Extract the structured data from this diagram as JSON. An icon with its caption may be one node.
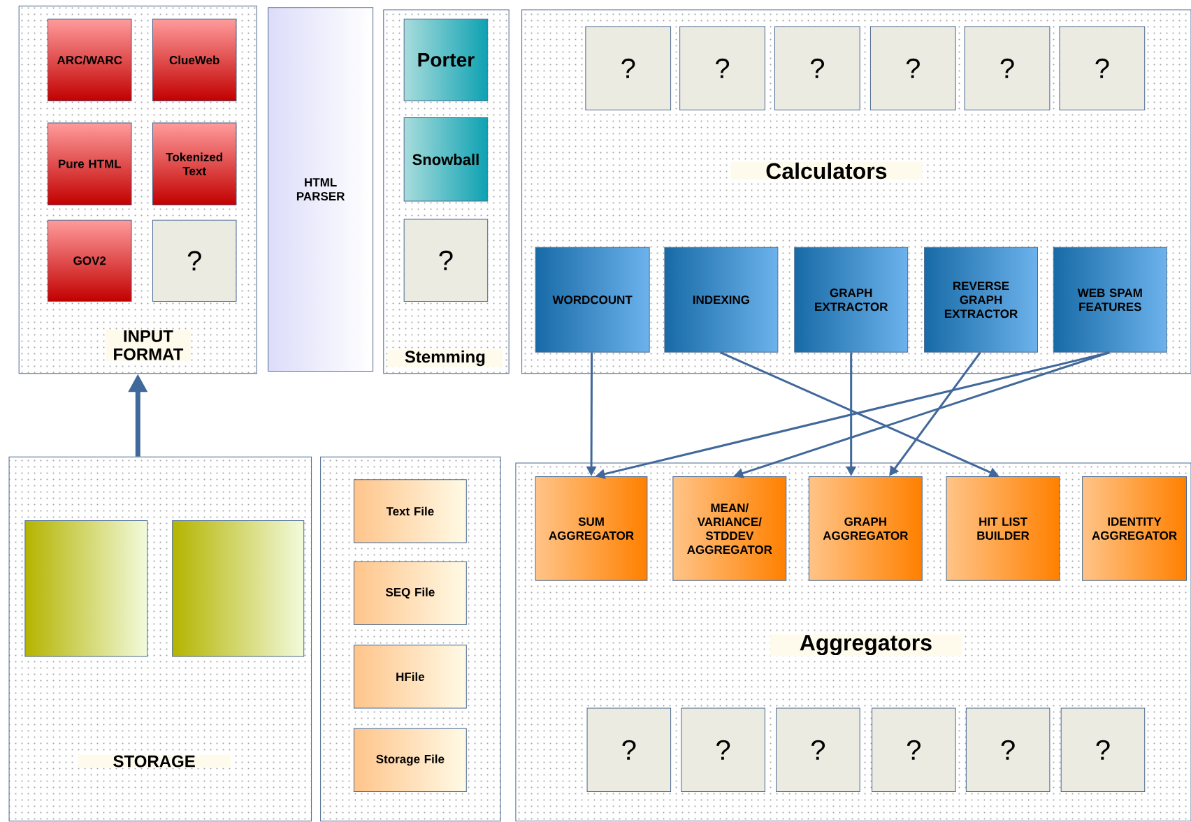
{
  "diagram": {
    "nodes": [
      {
        "text": [
          "INPUT FORMAT"
        ]
      },
      {
        "text": [
          "ARC/WARC"
        ],
        "in": 0
      },
      {
        "text": [
          "ClueWeb"
        ],
        "in": 0
      },
      {
        "text": [
          "Pure HTML"
        ],
        "in": 0
      },
      {
        "text": [
          "Tokenized Text"
        ],
        "in": 0
      },
      {
        "text": [
          "GOV2"
        ],
        "in": 0
      },
      {
        "text": [
          "?"
        ],
        "in": 0
      },
      {
        "text": [
          "HTML PARSER"
        ]
      },
      {
        "text": [
          "Stemming"
        ]
      },
      {
        "text": [
          "Porter"
        ],
        "in": 8
      },
      {
        "text": [
          "Snowball"
        ],
        "in": 8
      },
      {
        "text": [
          "?"
        ],
        "in": 8
      },
      {
        "text": [
          "Calculators"
        ]
      },
      {
        "text": [
          "?"
        ],
        "in": 12
      },
      {
        "text": [
          "?"
        ],
        "in": 12
      },
      {
        "text": [
          "?"
        ],
        "in": 12
      },
      {
        "text": [
          "?"
        ],
        "in": 12
      },
      {
        "text": [
          "?"
        ],
        "in": 12
      },
      {
        "text": [
          "?"
        ],
        "in": 12
      },
      {
        "text": [
          "WORDCOUNT"
        ],
        "in": 12
      },
      {
        "text": [
          "INDEXING"
        ],
        "in": 12
      },
      {
        "text": [
          "GRAPH EXTRACTOR"
        ],
        "in": 12
      },
      {
        "text": [
          "REVERSE GRAPH EXTRACTOR"
        ],
        "in": 12
      },
      {
        "text": [
          "WEB SPAM FEATURES"
        ],
        "in": 12
      },
      {
        "text": [
          "STORAGE"
        ]
      },
      {
        "text": [],
        "shape": "box",
        "in": 24
      },
      {
        "text": [],
        "shape": "box",
        "in": 24
      },
      {
        "text": [],
        "shape": "box"
      },
      {
        "text": [
          "Text File"
        ],
        "in": 27
      },
      {
        "text": [
          "SEQ File"
        ],
        "in": 27
      },
      {
        "text": [
          "HFile"
        ],
        "in": 27
      },
      {
        "text": [
          "Storage File"
        ],
        "in": 27
      },
      {
        "text": [
          "Aggregators"
        ]
      },
      {
        "text": [
          "SUM AGGREGATOR"
        ],
        "in": 32
      },
      {
        "text": [
          "MEAN/ VARIANCE/ STDDEV AGGREGATOR"
        ],
        "in": 32
      },
      {
        "text": [
          "GRAPH AGGREGATOR"
        ],
        "in": 32
      },
      {
        "text": [
          "HIT LIST BUILDER"
        ],
        "in": 32
      },
      {
        "text": [
          "IDENTITY AGGREGATOR"
        ],
        "in": 32
      },
      {
        "text": [
          "?"
        ],
        "in": 32
      },
      {
        "text": [
          "?"
        ],
        "in": 32
      },
      {
        "text": [
          "?"
        ],
        "in": 32
      },
      {
        "text": [
          "?"
        ],
        "in": 32
      },
      {
        "text": [
          "?"
        ],
        "in": 32
      },
      {
        "text": [
          "?"
        ],
        "in": 32
      }
    ],
    "edges": [
      {
        "from": 24,
        "to": 0,
        "arrow": "to",
        "style": "thick"
      },
      {
        "from": 19,
        "to": 33,
        "arrow": "to"
      },
      {
        "from": 20,
        "to": 36,
        "arrow": "to"
      },
      {
        "from": 21,
        "to": 35,
        "arrow": "to"
      },
      {
        "from": 22,
        "to": 35,
        "arrow": "to"
      },
      {
        "from": 23,
        "to": 33,
        "arrow": "to"
      },
      {
        "from": 23,
        "to": 34,
        "arrow": "to"
      }
    ]
  }
}
